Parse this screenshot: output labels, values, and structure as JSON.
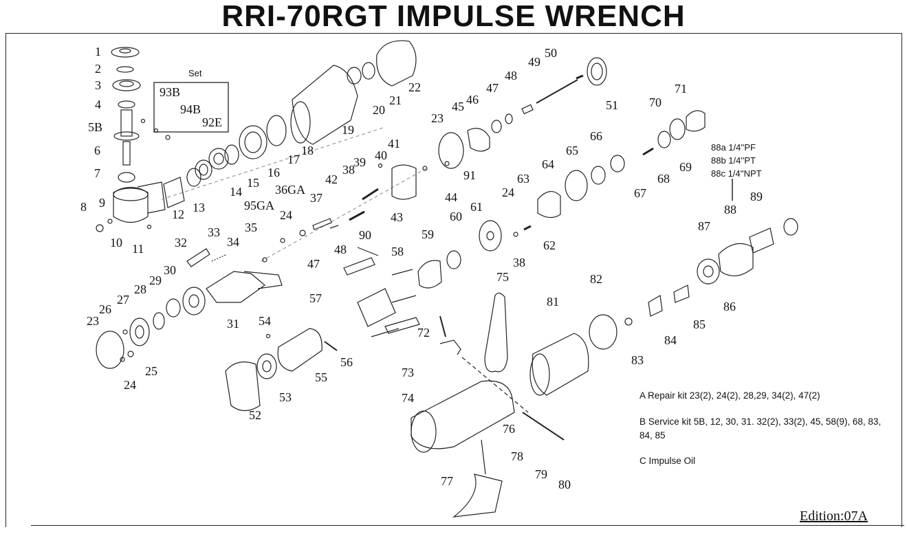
{
  "title": "RRI-70RGT IMPULSE WRENCH",
  "set_label": "Set",
  "parts": [
    {
      "id": "p1",
      "text": "1"
    },
    {
      "id": "p2",
      "text": "2"
    },
    {
      "id": "p3",
      "text": "3"
    },
    {
      "id": "p4",
      "text": "4"
    },
    {
      "id": "p5b",
      "text": "5B"
    },
    {
      "id": "p6",
      "text": "6"
    },
    {
      "id": "p7",
      "text": "7"
    },
    {
      "id": "p8",
      "text": "8"
    },
    {
      "id": "p9",
      "text": "9"
    },
    {
      "id": "p10",
      "text": "10"
    },
    {
      "id": "p11",
      "text": "11"
    },
    {
      "id": "p12",
      "text": "12"
    },
    {
      "id": "p13",
      "text": "13"
    },
    {
      "id": "p14",
      "text": "14"
    },
    {
      "id": "p15",
      "text": "15"
    },
    {
      "id": "p16",
      "text": "16"
    },
    {
      "id": "p17",
      "text": "17"
    },
    {
      "id": "p18",
      "text": "18"
    },
    {
      "id": "p19",
      "text": "19"
    },
    {
      "id": "p20",
      "text": "20"
    },
    {
      "id": "p21",
      "text": "21"
    },
    {
      "id": "p22",
      "text": "22"
    },
    {
      "id": "p23a",
      "text": "23"
    },
    {
      "id": "p23b",
      "text": "23"
    },
    {
      "id": "p24a",
      "text": "24"
    },
    {
      "id": "p24b",
      "text": "24"
    },
    {
      "id": "p24c",
      "text": "24"
    },
    {
      "id": "p25",
      "text": "25"
    },
    {
      "id": "p26",
      "text": "26"
    },
    {
      "id": "p27",
      "text": "27"
    },
    {
      "id": "p28",
      "text": "28"
    },
    {
      "id": "p29",
      "text": "29"
    },
    {
      "id": "p30",
      "text": "30"
    },
    {
      "id": "p31",
      "text": "31"
    },
    {
      "id": "p32",
      "text": "32"
    },
    {
      "id": "p33",
      "text": "33"
    },
    {
      "id": "p34",
      "text": "34"
    },
    {
      "id": "p35",
      "text": "35"
    },
    {
      "id": "p36ga",
      "text": "36GA"
    },
    {
      "id": "p37",
      "text": "37"
    },
    {
      "id": "p38a",
      "text": "38"
    },
    {
      "id": "p38b",
      "text": "38"
    },
    {
      "id": "p39",
      "text": "39"
    },
    {
      "id": "p40",
      "text": "40"
    },
    {
      "id": "p41",
      "text": "41"
    },
    {
      "id": "p42",
      "text": "42"
    },
    {
      "id": "p43",
      "text": "43"
    },
    {
      "id": "p44",
      "text": "44"
    },
    {
      "id": "p45",
      "text": "45"
    },
    {
      "id": "p46",
      "text": "46"
    },
    {
      "id": "p47a",
      "text": "47"
    },
    {
      "id": "p47b",
      "text": "47"
    },
    {
      "id": "p48a",
      "text": "48"
    },
    {
      "id": "p48b",
      "text": "48"
    },
    {
      "id": "p49",
      "text": "49"
    },
    {
      "id": "p50",
      "text": "50"
    },
    {
      "id": "p51",
      "text": "51"
    },
    {
      "id": "p52",
      "text": "52"
    },
    {
      "id": "p53",
      "text": "53"
    },
    {
      "id": "p54",
      "text": "54"
    },
    {
      "id": "p55",
      "text": "55"
    },
    {
      "id": "p56",
      "text": "56"
    },
    {
      "id": "p57",
      "text": "57"
    },
    {
      "id": "p58",
      "text": "58"
    },
    {
      "id": "p59",
      "text": "59"
    },
    {
      "id": "p60",
      "text": "60"
    },
    {
      "id": "p61",
      "text": "61"
    },
    {
      "id": "p62",
      "text": "62"
    },
    {
      "id": "p63",
      "text": "63"
    },
    {
      "id": "p64",
      "text": "64"
    },
    {
      "id": "p65",
      "text": "65"
    },
    {
      "id": "p66",
      "text": "66"
    },
    {
      "id": "p67",
      "text": "67"
    },
    {
      "id": "p68",
      "text": "68"
    },
    {
      "id": "p69",
      "text": "69"
    },
    {
      "id": "p70",
      "text": "70"
    },
    {
      "id": "p71",
      "text": "71"
    },
    {
      "id": "p72",
      "text": "72"
    },
    {
      "id": "p73",
      "text": "73"
    },
    {
      "id": "p74",
      "text": "74"
    },
    {
      "id": "p75",
      "text": "75"
    },
    {
      "id": "p76",
      "text": "76"
    },
    {
      "id": "p77",
      "text": "77"
    },
    {
      "id": "p78",
      "text": "78"
    },
    {
      "id": "p79",
      "text": "79"
    },
    {
      "id": "p80",
      "text": "80"
    },
    {
      "id": "p81",
      "text": "81"
    },
    {
      "id": "p82",
      "text": "82"
    },
    {
      "id": "p83",
      "text": "83"
    },
    {
      "id": "p84",
      "text": "84"
    },
    {
      "id": "p85",
      "text": "85"
    },
    {
      "id": "p86",
      "text": "86"
    },
    {
      "id": "p87",
      "text": "87"
    },
    {
      "id": "p88",
      "text": "88"
    },
    {
      "id": "p89",
      "text": "89"
    },
    {
      "id": "p90",
      "text": "90"
    },
    {
      "id": "p91",
      "text": "91"
    },
    {
      "id": "p92e",
      "text": "92E"
    },
    {
      "id": "p93b",
      "text": "93B"
    },
    {
      "id": "p94b",
      "text": "94B"
    },
    {
      "id": "p95ga",
      "text": "95GA"
    }
  ],
  "inlet_options": [
    "88a 1/4''PF",
    "88b 1/4''PT",
    "88c 1/4''NPT"
  ],
  "kits": {
    "a": "A  Repair kit 23(2), 24(2), 28,29, 34(2), 47(2)",
    "b": "B Service kit 5B, 12, 30, 31. 32(2), 33(2), 45, 58(9), 68, 83, 84, 85",
    "c": "C Impulse Oil"
  },
  "edition": "Edition:07A"
}
